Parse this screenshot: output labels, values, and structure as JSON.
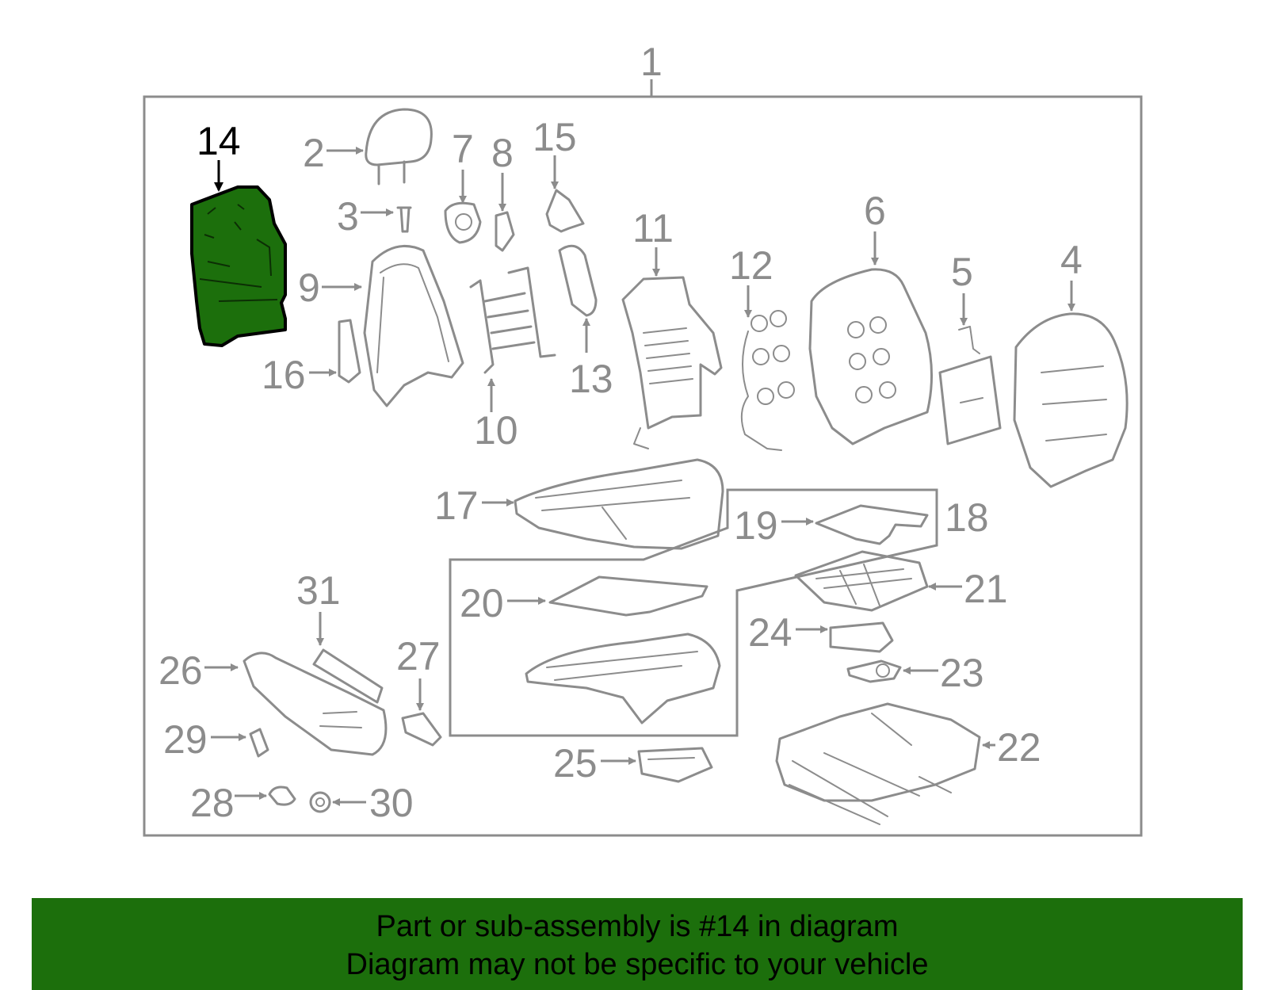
{
  "diagram": {
    "assembly_label": "1",
    "highlight_color": "#1c6f0c",
    "highlighted_label": "14",
    "callouts": [
      "2",
      "3",
      "4",
      "5",
      "6",
      "7",
      "8",
      "9",
      "10",
      "11",
      "12",
      "13",
      "15",
      "16",
      "17",
      "18",
      "19",
      "20",
      "21",
      "22",
      "23",
      "24",
      "25",
      "26",
      "27",
      "28",
      "29",
      "30",
      "31"
    ]
  },
  "banner": {
    "line1": "Part or sub-assembly is #14 in diagram",
    "line2": "Diagram may not be specific to your vehicle",
    "color": "#1c6f0c"
  }
}
